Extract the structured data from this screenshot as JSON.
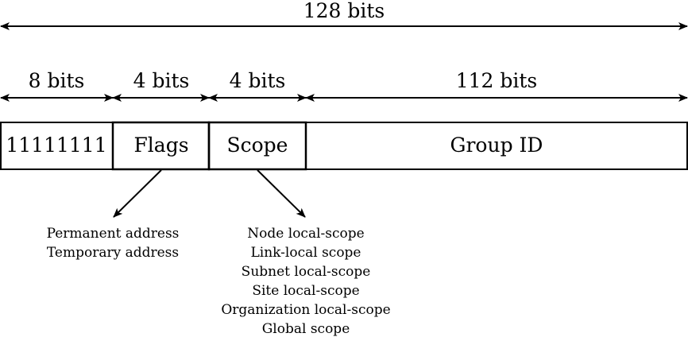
{
  "total_label": "128 bits",
  "segments": [
    {
      "width_label": "8 bits",
      "field": "11111111"
    },
    {
      "width_label": "4 bits",
      "field": "Flags"
    },
    {
      "width_label": "4 bits",
      "field": "Scope"
    },
    {
      "width_label": "112 bits",
      "field": "Group ID"
    }
  ],
  "flags_values": [
    "Permanent address",
    "Temporary address"
  ],
  "scope_values": [
    "Node local-scope",
    "Link-local scope",
    "Subnet local-scope",
    "Site local-scope",
    "Organization local-scope",
    "Global scope"
  ]
}
